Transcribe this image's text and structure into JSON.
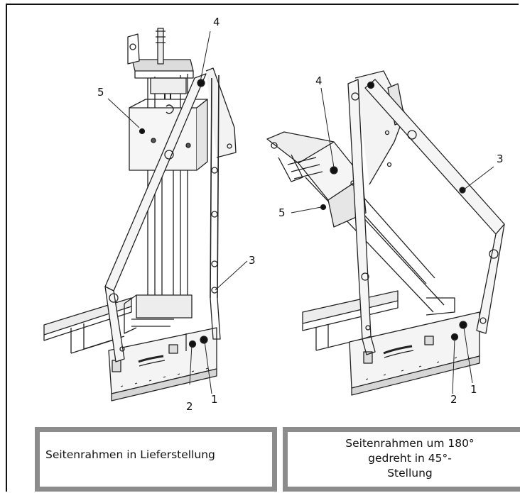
{
  "callouts": {
    "left": {
      "c1": "1",
      "c2": "2",
      "c3": "3",
      "c4": "4",
      "c5": "5"
    },
    "right": {
      "c1": "1",
      "c2": "2",
      "c3": "3",
      "c4": "4",
      "c5": "5"
    }
  },
  "captions": {
    "left": "Seitenrahmen in Lieferstellung",
    "right": "Seitenrahmen um 180°\ngedreht in 45°-\nStellung"
  }
}
